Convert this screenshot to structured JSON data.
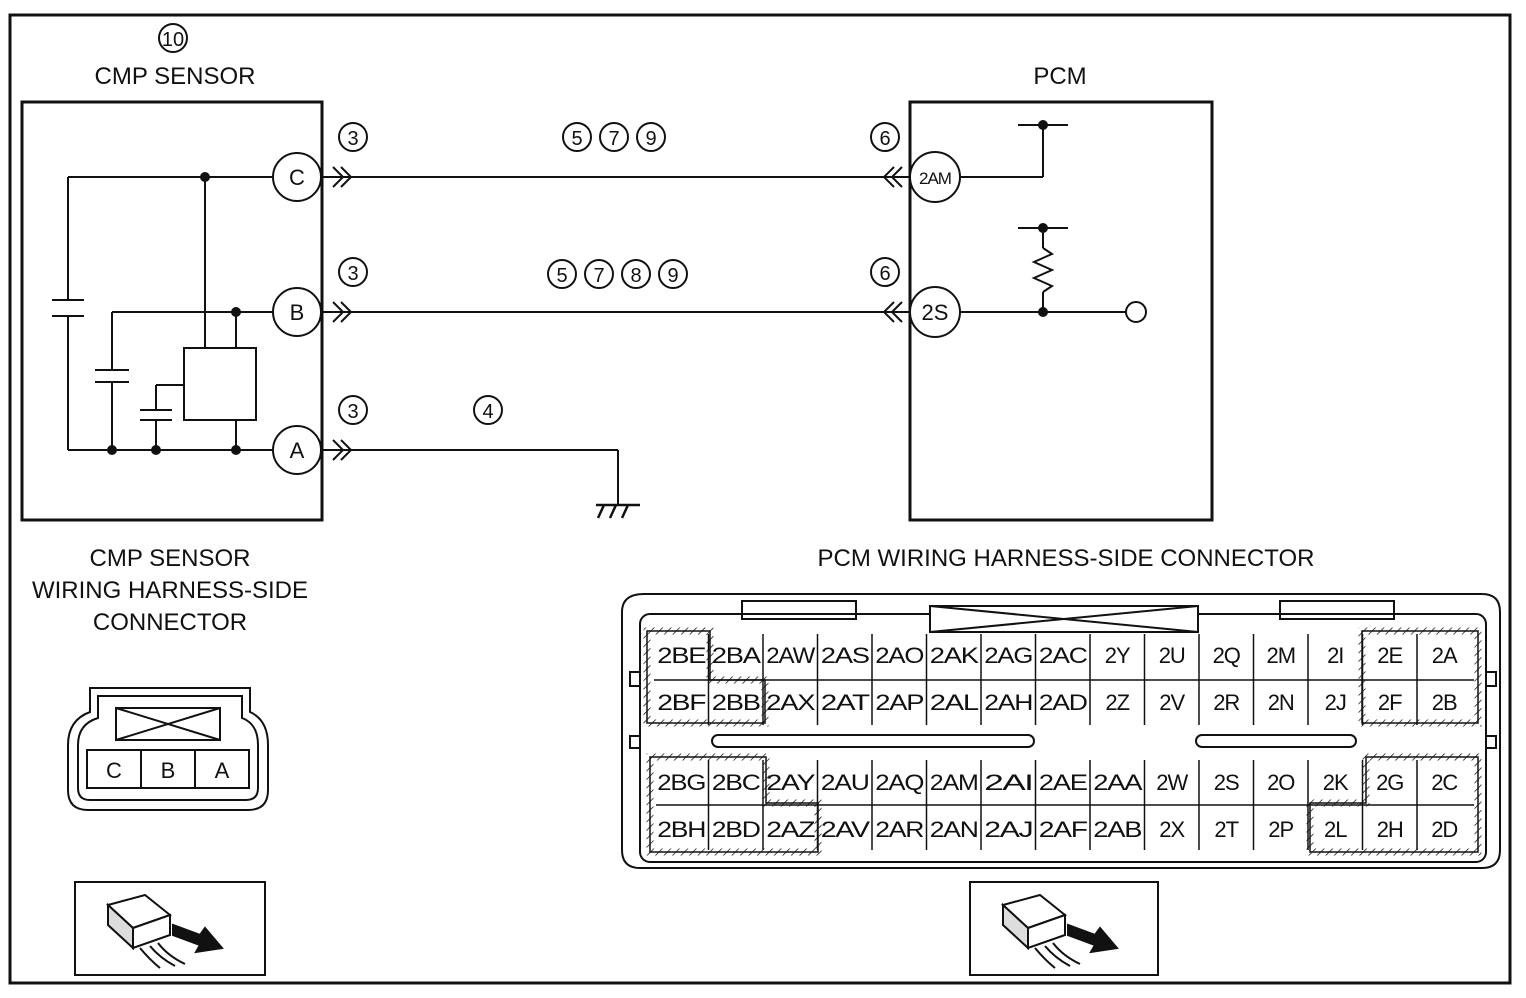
{
  "cmp_sensor": {
    "ref": "10",
    "title": "CMP SENSOR",
    "pins": [
      "C",
      "B",
      "A"
    ],
    "terminal_refs": [
      "3",
      "3",
      "3"
    ]
  },
  "pcm": {
    "title": "PCM",
    "pins": [
      "2AM",
      "2S"
    ],
    "terminal_refs": [
      "6",
      "6"
    ]
  },
  "wires": [
    {
      "refs": [
        "5",
        "7",
        "9"
      ]
    },
    {
      "refs": [
        "5",
        "7",
        "8",
        "9"
      ]
    },
    {
      "refs": [
        "4"
      ]
    }
  ],
  "cmp_connector": {
    "title_lines": [
      "CMP SENSOR",
      "WIRING HARNESS-SIDE",
      "CONNECTOR"
    ],
    "pins": [
      "C",
      "B",
      "A"
    ]
  },
  "pcm_connector": {
    "title": "PCM WIRING HARNESS-SIDE CONNECTOR",
    "rows": [
      [
        "2BE",
        "2BA",
        "2AW",
        "2AS",
        "2AO",
        "2AK",
        "2AG",
        "2AC",
        "2Y",
        "2U",
        "2Q",
        "2M",
        "2I",
        "2E",
        "2A"
      ],
      [
        "2BF",
        "2BB",
        "2AX",
        "2AT",
        "2AP",
        "2AL",
        "2AH",
        "2AD",
        "2Z",
        "2V",
        "2R",
        "2N",
        "2J",
        "2F",
        "2B"
      ],
      [
        "2BG",
        "2BC",
        "2AY",
        "2AU",
        "2AQ",
        "2AM",
        "2AI",
        "2AE",
        "2AA",
        "2W",
        "2S",
        "2O",
        "2K",
        "2G",
        "2C"
      ],
      [
        "2BH",
        "2BD",
        "2AZ",
        "2AV",
        "2AR",
        "2AN",
        "2AJ",
        "2AF",
        "2AB",
        "2X",
        "2T",
        "2P",
        "2L",
        "2H",
        "2D"
      ]
    ]
  }
}
